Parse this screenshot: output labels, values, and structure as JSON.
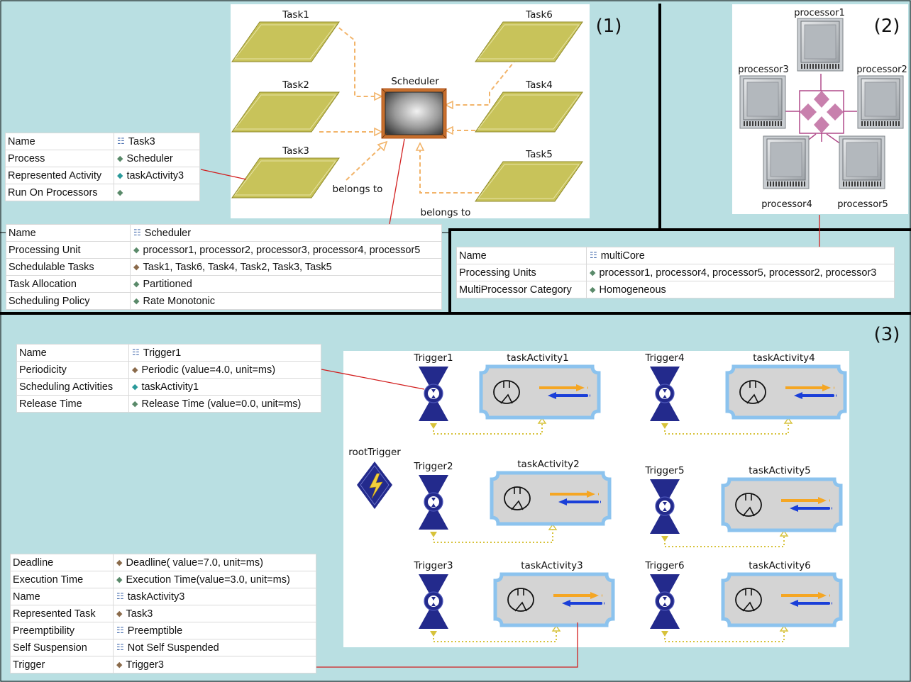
{
  "sections": [
    {
      "id": "(1)"
    },
    {
      "id": "(2)"
    },
    {
      "id": "(3)"
    }
  ],
  "section_labels": [
    "(1)",
    "(2)",
    "(3)"
  ],
  "diagram1": {
    "tasks": [
      "Task1",
      "Task2",
      "Task3",
      "Task6",
      "Task4",
      "Task5"
    ],
    "scheduler_label": "Scheduler",
    "belongs_to_1": "belongs to",
    "belongs_to_2": "belongs to"
  },
  "diagram2": {
    "processors": [
      "processor1",
      "processor3",
      "processor2",
      "processor4",
      "processor5"
    ]
  },
  "diagram3": {
    "root_trigger": "rootTrigger",
    "triggers": [
      "Trigger1",
      "Trigger2",
      "Trigger3",
      "Trigger4",
      "Trigger5",
      "Trigger6"
    ],
    "activities": [
      "taskActivity1",
      "taskActivity2",
      "taskActivity3",
      "taskActivity4",
      "taskActivity5",
      "taskActivity6"
    ]
  },
  "colors": {
    "background": "#b9dfe2",
    "task_fill": "#c8c35a",
    "callout_red": "#d21f1f",
    "trigger_blue": "#232a8c",
    "activity_border": "#8cc3ee",
    "arrow_orange": "#f5a623",
    "arrow_blue": "#1a3fd8",
    "dashed_link": "#f2b46a",
    "dotted_link": "#d7c23a"
  },
  "tables": {
    "task3": {
      "rows": [
        {
          "key": "Name",
          "icon": "list-icon",
          "value": "Task3"
        },
        {
          "key": "Process",
          "icon": "diamond-icon",
          "value": "Scheduler"
        },
        {
          "key": "Represented Activity",
          "icon": "diamond-teal-icon",
          "value": "taskActivity3"
        },
        {
          "key": "Run On Processors",
          "icon": "diamond-icon",
          "value": ""
        }
      ]
    },
    "scheduler": {
      "rows": [
        {
          "key": "Name",
          "icon": "list-icon",
          "value": "Scheduler"
        },
        {
          "key": "Processing Unit",
          "icon": "diamond-icon",
          "value": "processor1, processor2, processor3, processor4, processor5"
        },
        {
          "key": "Schedulable Tasks",
          "icon": "diamond-brown-icon",
          "value": "Task1, Task6, Task4, Task2, Task3, Task5"
        },
        {
          "key": "Task Allocation",
          "icon": "diamond-icon",
          "value": "Partitioned"
        },
        {
          "key": "Scheduling Policy",
          "icon": "diamond-icon",
          "value": "Rate Monotonic"
        }
      ]
    },
    "multicore": {
      "rows": [
        {
          "key": "Name",
          "icon": "list-icon",
          "value": "multiCore"
        },
        {
          "key": "Processing Units",
          "icon": "diamond-icon",
          "value": "processor1, processor4, processor5, processor2, processor3"
        },
        {
          "key": "MultiProcessor Category",
          "icon": "diamond-icon",
          "value": "Homogeneous"
        }
      ]
    },
    "trigger1": {
      "rows": [
        {
          "key": "Name",
          "icon": "list-icon",
          "value": "Trigger1"
        },
        {
          "key": "Periodicity",
          "icon": "diamond-brown-icon",
          "value": "Periodic (value=4.0, unit=ms)"
        },
        {
          "key": "Scheduling Activities",
          "icon": "diamond-teal-icon",
          "value": "taskActivity1"
        },
        {
          "key": " Release Time",
          "icon": "diamond-icon",
          "value": "Release Time (value=0.0, unit=ms)"
        }
      ]
    },
    "taskactivity3": {
      "rows": [
        {
          "key": "Deadline",
          "icon": "diamond-brown-icon",
          "value": "Deadline( value=7.0, unit=ms)"
        },
        {
          "key": "Execution Time",
          "icon": "diamond-icon",
          "value": "Execution Time(value=3.0, unit=ms)"
        },
        {
          "key": "Name",
          "icon": "list-icon",
          "value": "taskActivity3"
        },
        {
          "key": "Represented Task",
          "icon": "diamond-brown-icon",
          "value": "Task3"
        },
        {
          "key": "Preemptibility",
          "icon": "list-icon",
          "value": "Preemptible"
        },
        {
          "key": "Self Suspension",
          "icon": "list-icon",
          "value": "Not Self Suspended"
        },
        {
          "key": "Trigger",
          "icon": "diamond-brown-icon",
          "value": "Trigger3"
        }
      ]
    }
  }
}
